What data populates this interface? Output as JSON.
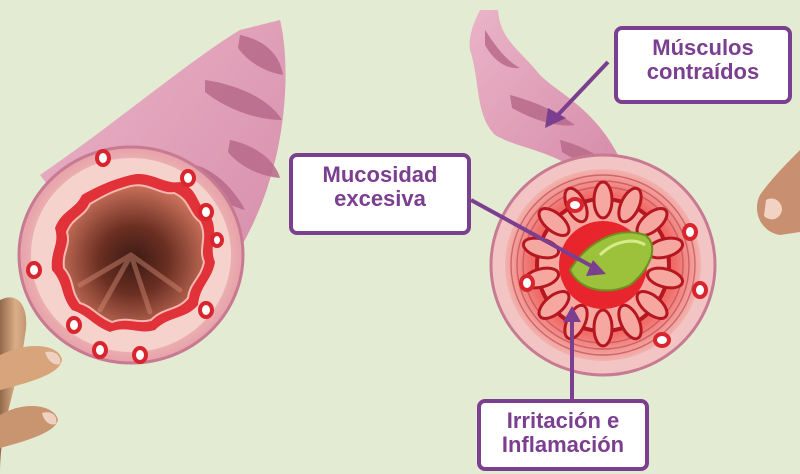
{
  "labels": {
    "muscles": {
      "line1": "Músculos",
      "line2": "contraídos"
    },
    "mucus": {
      "line1": "Mucosidad",
      "line2": "excesiva"
    },
    "irritation": {
      "line1": "Irritación e",
      "line2": "Inflamación"
    }
  },
  "colors": {
    "background": "#e3ecd2",
    "accent": "#7b3f8f",
    "tissue_pink": "#e3a6bd",
    "tissue_dark": "#b46485",
    "inflamed_red": "#e0262d",
    "mucus_green": "#9cc13b"
  }
}
